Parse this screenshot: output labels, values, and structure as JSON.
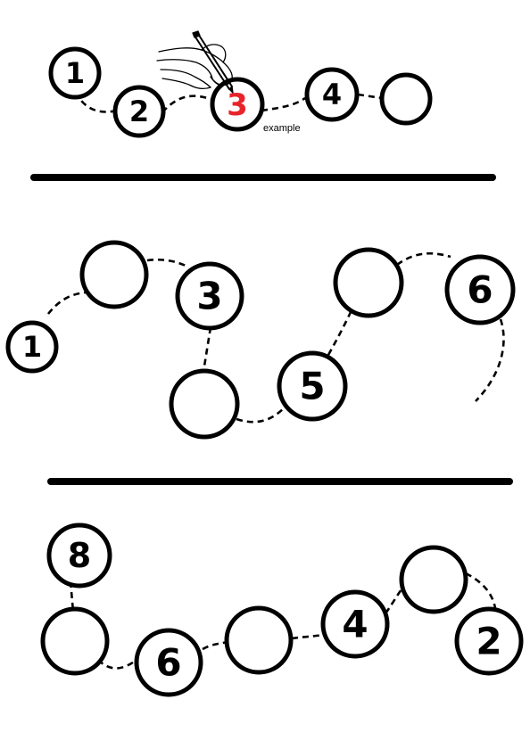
{
  "colors": {
    "ink": "#000000",
    "highlight": "#e8232a",
    "paper": "#ffffff"
  },
  "example": {
    "label": "example",
    "icon": "hand-writing-with-pencil-icon",
    "circles": [
      {
        "value": "1"
      },
      {
        "value": "2"
      },
      {
        "value": "3",
        "highlighted": true
      },
      {
        "value": "4"
      },
      {
        "value": ""
      }
    ]
  },
  "exercise_1": {
    "circles": [
      {
        "value": "1"
      },
      {
        "value": ""
      },
      {
        "value": "3"
      },
      {
        "value": ""
      },
      {
        "value": "5"
      },
      {
        "value": ""
      },
      {
        "value": "6"
      }
    ]
  },
  "exercise_2": {
    "circles": [
      {
        "value": "8"
      },
      {
        "value": ""
      },
      {
        "value": "6"
      },
      {
        "value": ""
      },
      {
        "value": "4"
      },
      {
        "value": ""
      },
      {
        "value": "2"
      }
    ]
  }
}
